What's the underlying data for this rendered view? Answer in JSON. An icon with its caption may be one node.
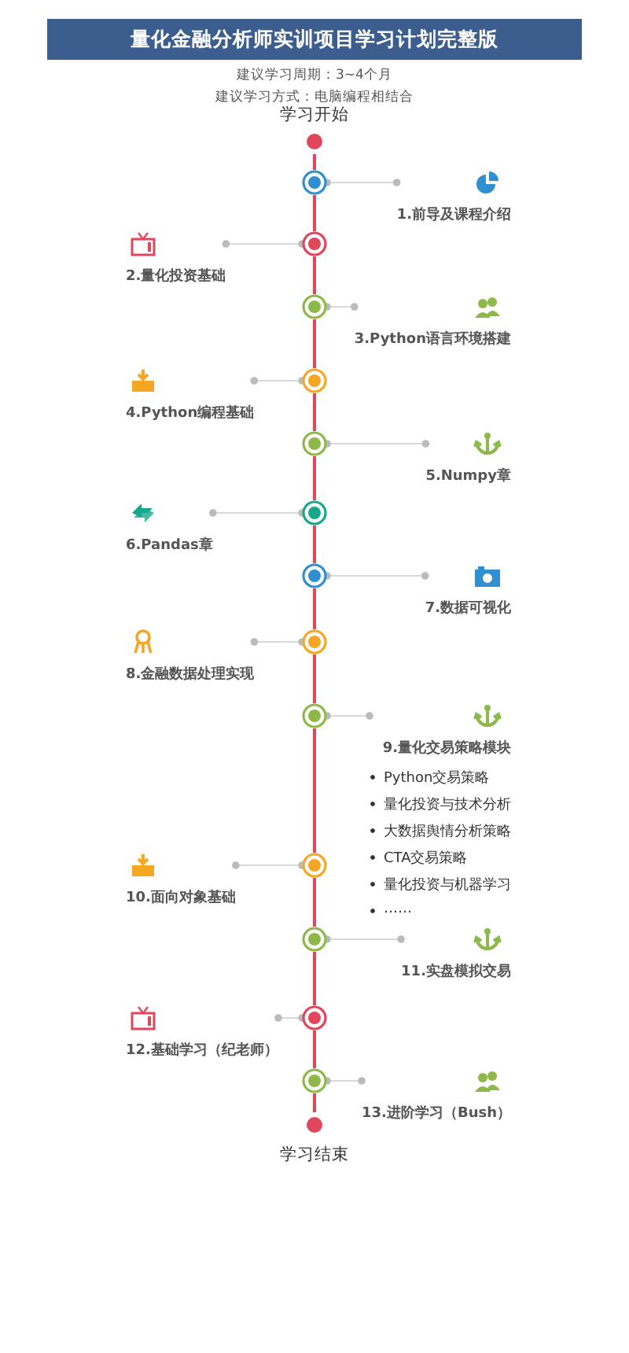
{
  "diagram": {
    "title": "量化金融分析师实训项目学习计划完整版",
    "nodes": [
      {
        "text": [],
        "shape": "circle",
        "beside": [
          "学习开始"
        ]
      },
      {
        "text": [],
        "shape": "circle"
      },
      {
        "text": [
          "1.前导及课程介绍"
        ]
      },
      {
        "text": [],
        "shape": "circle"
      },
      {
        "text": [
          "2.量化投资基础"
        ]
      },
      {
        "text": [],
        "shape": "circle"
      },
      {
        "text": [
          "3.Python语言环境搭建"
        ]
      },
      {
        "text": [],
        "shape": "circle"
      },
      {
        "text": [
          "4.Python编程基础"
        ]
      },
      {
        "text": [],
        "shape": "circle"
      },
      {
        "text": [
          "5.Numpy章"
        ]
      },
      {
        "text": [],
        "shape": "circle"
      },
      {
        "text": [
          "6.Pandas章"
        ]
      },
      {
        "text": [],
        "shape": "circle"
      },
      {
        "text": [
          "7.数据可视化"
        ]
      },
      {
        "text": [],
        "shape": "circle"
      },
      {
        "text": [
          "8.金融数据处理实现"
        ]
      },
      {
        "text": [],
        "shape": "circle"
      },
      {
        "text": [
          "9.量化交易策略模块",
          "Python交易策略",
          "量化投资与技术分析",
          "大数据舆情分析策略",
          "CTA交易策略",
          "量化投资与机器学习",
          "……"
        ]
      },
      {
        "text": [],
        "shape": "circle"
      },
      {
        "text": [
          "10.面向对象基础"
        ]
      },
      {
        "text": [],
        "shape": "circle"
      },
      {
        "text": [
          "11.实盘模拟交易"
        ]
      },
      {
        "text": [],
        "shape": "circle"
      },
      {
        "text": [
          "12.基础学习（纪老师）"
        ]
      },
      {
        "text": [],
        "shape": "circle"
      },
      {
        "text": [
          "13.进阶学习（Bush）"
        ]
      },
      {
        "text": [],
        "shape": "circle",
        "beside": [
          "学习结束"
        ]
      }
    ],
    "edges": [
      {
        "from": 0,
        "to": 1,
        "arrow": "none"
      },
      {
        "from": 1,
        "to": 2,
        "arrow": "other",
        "color": "#cccccc"
      },
      {
        "from": 1,
        "to": 3,
        "arrow": "none"
      },
      {
        "from": 3,
        "to": 4,
        "arrow": "other",
        "color": "#cccccc"
      },
      {
        "from": 3,
        "to": 5,
        "arrow": "none"
      },
      {
        "from": 5,
        "to": 6,
        "arrow": "other",
        "color": "#cccccc"
      },
      {
        "from": 5,
        "to": 7,
        "arrow": "none"
      },
      {
        "from": 7,
        "to": 8,
        "arrow": "other",
        "color": "#cccccc"
      },
      {
        "from": 7,
        "to": 9,
        "arrow": "none"
      },
      {
        "from": 9,
        "to": 10,
        "arrow": "other",
        "color": "#cccccc"
      },
      {
        "from": 9,
        "to": 11,
        "arrow": "none"
      },
      {
        "from": 11,
        "to": 12,
        "arrow": "other",
        "color": "#cccccc"
      },
      {
        "from": 11,
        "to": 13,
        "arrow": "none"
      },
      {
        "from": 13,
        "to": 14,
        "arrow": "other",
        "color": "#cccccc"
      },
      {
        "from": 13,
        "to": 15,
        "arrow": "none"
      },
      {
        "from": 15,
        "to": 16,
        "arrow": "other",
        "color": "#cccccc"
      },
      {
        "from": 15,
        "to": 17,
        "arrow": "none"
      },
      {
        "from": 17,
        "to": 18,
        "arrow": "other",
        "color": "#cccccc"
      },
      {
        "from": 17,
        "to": 19,
        "arrow": "none"
      },
      {
        "from": 19,
        "to": 20,
        "arrow": "other",
        "color": "#cccccc"
      },
      {
        "from": 19,
        "to": 21,
        "arrow": "none"
      },
      {
        "from": 21,
        "to": 22,
        "arrow": "other",
        "color": "#cccccc"
      },
      {
        "from": 21,
        "to": 23,
        "arrow": "none"
      },
      {
        "from": 23,
        "to": 24,
        "arrow": "other",
        "color": "#cccccc"
      },
      {
        "from": 23,
        "to": 25,
        "arrow": "none"
      },
      {
        "from": 25,
        "to": 26,
        "arrow": "other",
        "color": "#cccccc"
      },
      {
        "from": 25,
        "to": 27,
        "arrow": "none"
      }
    ],
    "labels": [
      "建议学习周期：3~4个月",
      "建议学习方式：电脑编程相结合"
    ]
  }
}
